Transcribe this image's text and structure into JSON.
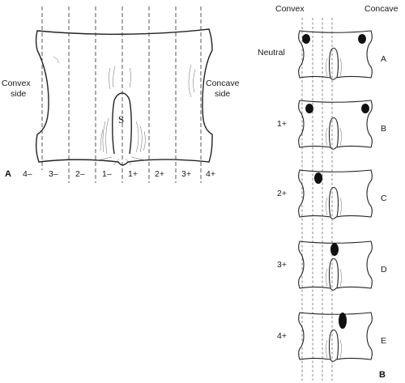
{
  "panel_a": {
    "label": "A",
    "convex_line1": "Convex",
    "convex_line2": "side",
    "concave_line1": "Concave",
    "concave_line2": "side",
    "spinous_label": "S",
    "grades": [
      "4–",
      "3–",
      "2–",
      "1–",
      "1+",
      "2+",
      "3+",
      "4+"
    ]
  },
  "panel_b": {
    "label": "B",
    "header_convex": "Convex",
    "header_concave": "Concave",
    "rows": [
      {
        "grade": "Neutral",
        "letter": "A",
        "pedicle_position": "neutral"
      },
      {
        "grade": "1+",
        "letter": "B",
        "pedicle_position": "1+"
      },
      {
        "grade": "2+",
        "letter": "C",
        "pedicle_position": "2+"
      },
      {
        "grade": "3+",
        "letter": "D",
        "pedicle_position": "3+"
      },
      {
        "grade": "4+",
        "letter": "E",
        "pedicle_position": "4+"
      }
    ]
  }
}
